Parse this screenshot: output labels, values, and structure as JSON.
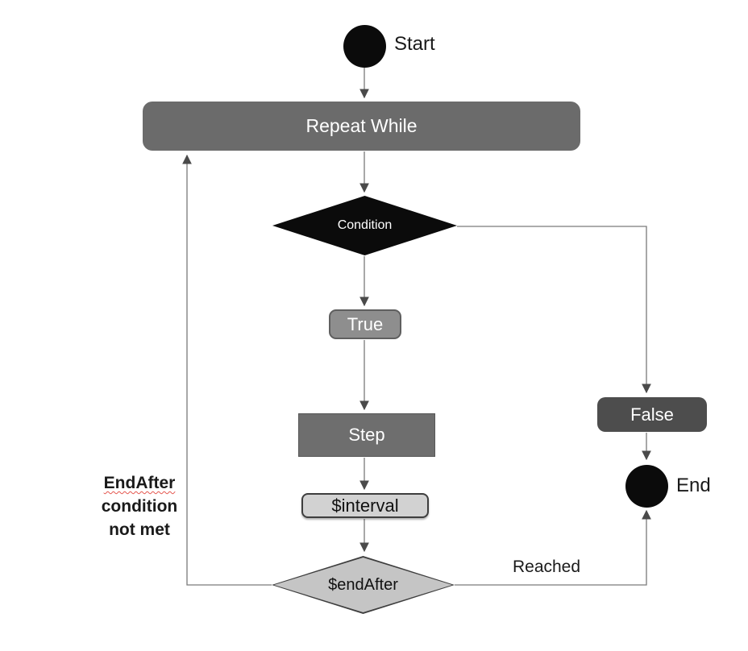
{
  "diagram": {
    "background": "#ffffff",
    "nodes": {
      "start": {
        "label": "Start",
        "type": "terminal"
      },
      "repeat_while": {
        "label": "Repeat While",
        "type": "process"
      },
      "condition": {
        "label": "Condition",
        "type": "decision"
      },
      "true_branch": {
        "label": "True",
        "type": "process"
      },
      "step": {
        "label": "Step",
        "type": "process"
      },
      "interval": {
        "label": "$interval",
        "type": "process"
      },
      "end_after": {
        "label": "$endAfter",
        "type": "decision"
      },
      "false_branch": {
        "label": "False",
        "type": "process"
      },
      "end": {
        "label": "End",
        "type": "terminal"
      }
    },
    "edge_labels": {
      "reached": "Reached",
      "loop_note": {
        "line1": "EndAfter",
        "line2": "condition",
        "line3": "not met"
      }
    },
    "colors": {
      "terminal_fill": "#0b0b0b",
      "repeat_while_fill": "#6b6b6b",
      "condition_fill": "#0b0b0b",
      "true_fill": "#8e8e8e",
      "true_border": "#5f5f5f",
      "step_fill": "#6e6e6e",
      "step_border": "#575757",
      "interval_fill": "#d2d2d2",
      "interval_border": "#3e3e3e",
      "end_after_fill": "#c5c5c5",
      "end_after_border": "#3e3e3e",
      "false_fill": "#4d4d4d",
      "line": "#7a7a7a",
      "arrowhead": "#4a4a4a",
      "note_underline": "#e4564e"
    }
  }
}
